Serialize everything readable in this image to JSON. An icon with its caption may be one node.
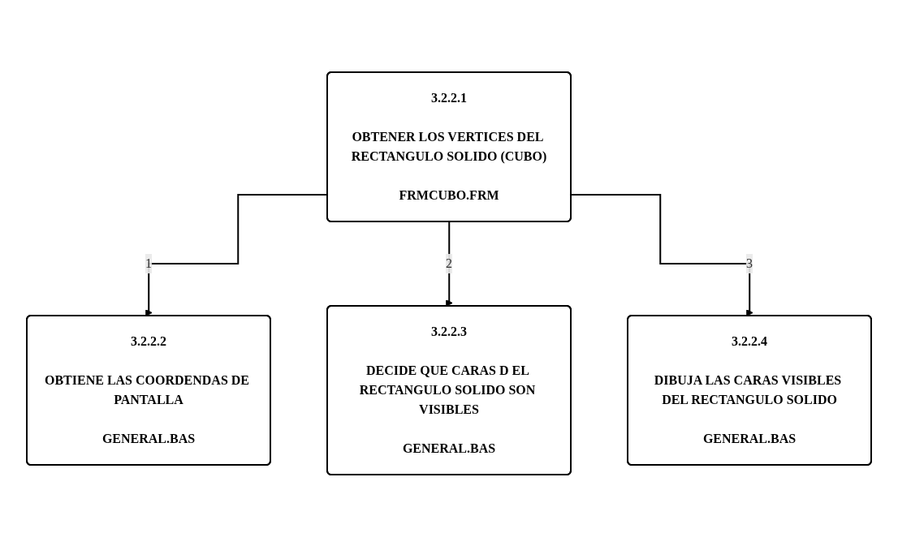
{
  "diagram": {
    "nodes": [
      {
        "text": [
          "3.2.2.1",
          "OBTENER LOS VERTICES DEL RECTANGULO SOLIDO (CUBO)",
          "FRMCUBO.FRM"
        ]
      },
      {
        "text": [
          "3.2.2.2",
          "OBTIENE LAS COORDENDAS DE PANTALLA",
          "GENERAL.BAS"
        ]
      },
      {
        "text": [
          "3.2.2.3",
          "DECIDE QUE CARAS D EL RECTANGULO SOLIDO SON VISIBLES",
          "GENERAL.BAS"
        ]
      },
      {
        "text": [
          "3.2.2.4",
          "DIBUJA LAS CARAS VISIBLES DEL RECTANGULO SOLIDO",
          "GENERAL.BAS"
        ]
      }
    ],
    "edges": [
      {
        "from": 0,
        "to": 1,
        "arrow": "to",
        "label": "1"
      },
      {
        "from": 0,
        "to": 2,
        "arrow": "to",
        "label": "2"
      },
      {
        "from": 0,
        "to": 3,
        "arrow": "to",
        "label": "3"
      }
    ]
  }
}
